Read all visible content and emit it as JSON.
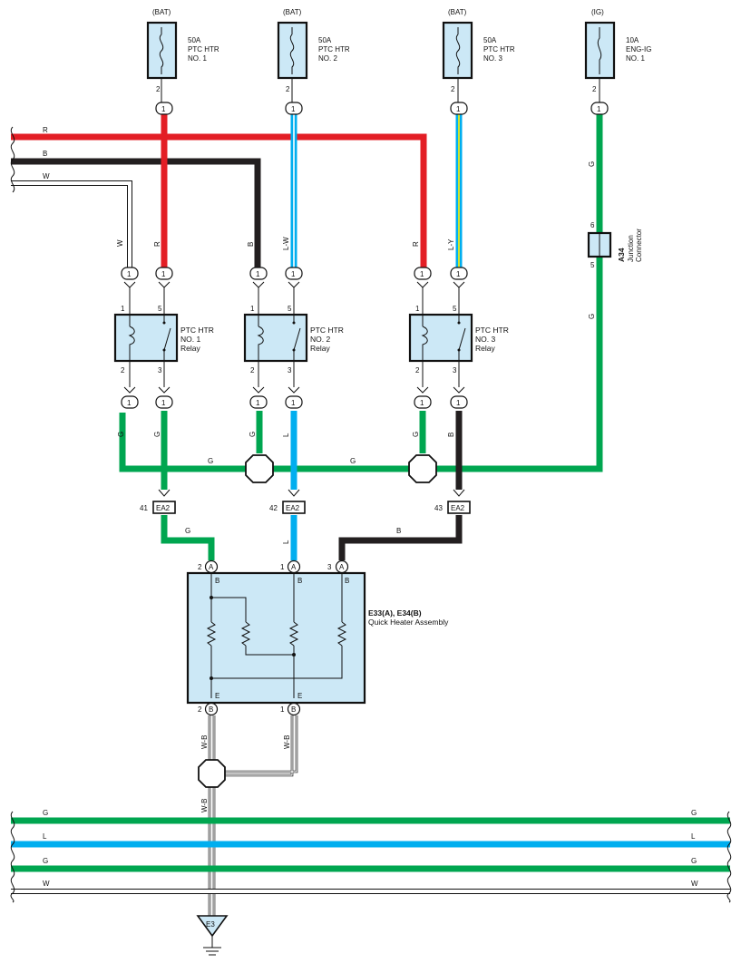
{
  "fuses": [
    {
      "supply": "(BAT)",
      "rating": "50A",
      "name1": "PTC HTR",
      "name2": "NO. 1",
      "pin": "2",
      "connector": "1"
    },
    {
      "supply": "(BAT)",
      "rating": "50A",
      "name1": "PTC HTR",
      "name2": "NO. 2",
      "pin": "2",
      "connector": "1"
    },
    {
      "supply": "(BAT)",
      "rating": "50A",
      "name1": "PTC HTR",
      "name2": "NO. 3",
      "pin": "2",
      "connector": "1"
    },
    {
      "supply": "(IG)",
      "rating": "10A",
      "name1": "ENG-IG",
      "name2": "NO. 1",
      "pin": "2",
      "connector": "1"
    }
  ],
  "bus_left": [
    {
      "label": "R",
      "color": "#e31e25"
    },
    {
      "label": "B",
      "color": "#231f20"
    },
    {
      "label": "W",
      "color": "#ffffff"
    }
  ],
  "relays": [
    {
      "name1": "PTC HTR",
      "name2": "NO. 1",
      "name3": "Relay",
      "pin_tl": "1",
      "pin_tr": "5",
      "pin_bl": "2",
      "pin_br": "3",
      "top_left_wire": "W",
      "top_right_wire": "R",
      "bot_left_wire": "G",
      "bot_right_wire": "G"
    },
    {
      "name1": "PTC HTR",
      "name2": "NO. 2",
      "name3": "Relay",
      "pin_tl": "1",
      "pin_tr": "5",
      "pin_bl": "2",
      "pin_br": "3",
      "top_left_wire": "B",
      "top_right_wire": "L-W",
      "bot_left_wire": "G",
      "bot_right_wire": "L"
    },
    {
      "name1": "PTC HTR",
      "name2": "NO. 3",
      "name3": "Relay",
      "pin_tl": "1",
      "pin_tr": "5",
      "pin_bl": "2",
      "pin_br": "3",
      "top_left_wire": "R",
      "top_right_wire": "L-Y",
      "bot_left_wire": "G",
      "bot_right_wire": "B"
    }
  ],
  "relay_connector_num": "1",
  "junction_connector": {
    "code": "A34",
    "line1": "Junction",
    "line2": "Connector",
    "pin_top": "6",
    "pin_bottom": "5",
    "wire_above": "G",
    "wire_below": "G"
  },
  "ground_link_labels": [
    "G",
    "G"
  ],
  "ea2": [
    {
      "pin": "41",
      "code": "EA2",
      "wire": "G"
    },
    {
      "pin": "42",
      "code": "EA2",
      "wire": "L"
    },
    {
      "pin": "43",
      "code": "EA2",
      "wire": "B"
    }
  ],
  "heater": {
    "title": "E33(A), E34(B)",
    "name": "Quick Heater Assembly",
    "top_pins": [
      {
        "num": "2",
        "letter": "A"
      },
      {
        "num": "1",
        "letter": "A"
      },
      {
        "num": "3",
        "letter": "A"
      }
    ],
    "top_inner": [
      "B",
      "B",
      "B"
    ],
    "bottom_inner": [
      "E",
      "E"
    ],
    "bottom_pins": [
      {
        "num": "2",
        "letter": "B"
      },
      {
        "num": "1",
        "letter": "B"
      }
    ]
  },
  "ground_wires": [
    "W-B",
    "W-B",
    "W-B"
  ],
  "bus_bottom": [
    {
      "label": "G",
      "color": "#00a650"
    },
    {
      "label": "L",
      "color": "#00aeef"
    },
    {
      "label": "G",
      "color": "#00a650"
    },
    {
      "label": "W",
      "color": "#ffffff"
    }
  ],
  "ground_point": "E3"
}
